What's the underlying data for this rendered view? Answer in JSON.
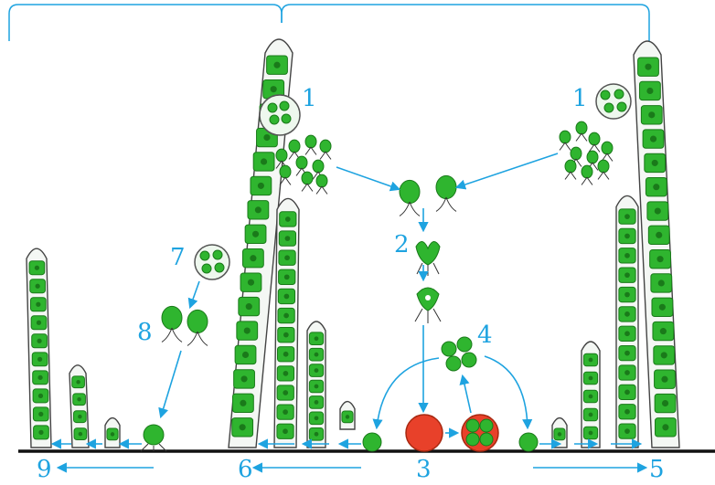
{
  "labels": {
    "l1_left": "1",
    "l1_right": "1",
    "l2": "2",
    "l3": "3",
    "l4": "4",
    "l5": "5",
    "l6": "6",
    "l7": "7",
    "l8": "8",
    "l9": "9"
  },
  "colors": {
    "accent": "#1ea3e0",
    "cell_green": "#2fb52f",
    "cell_dark": "#1a7a1a",
    "zygote_red": "#e8412a",
    "ground": "#111111"
  }
}
